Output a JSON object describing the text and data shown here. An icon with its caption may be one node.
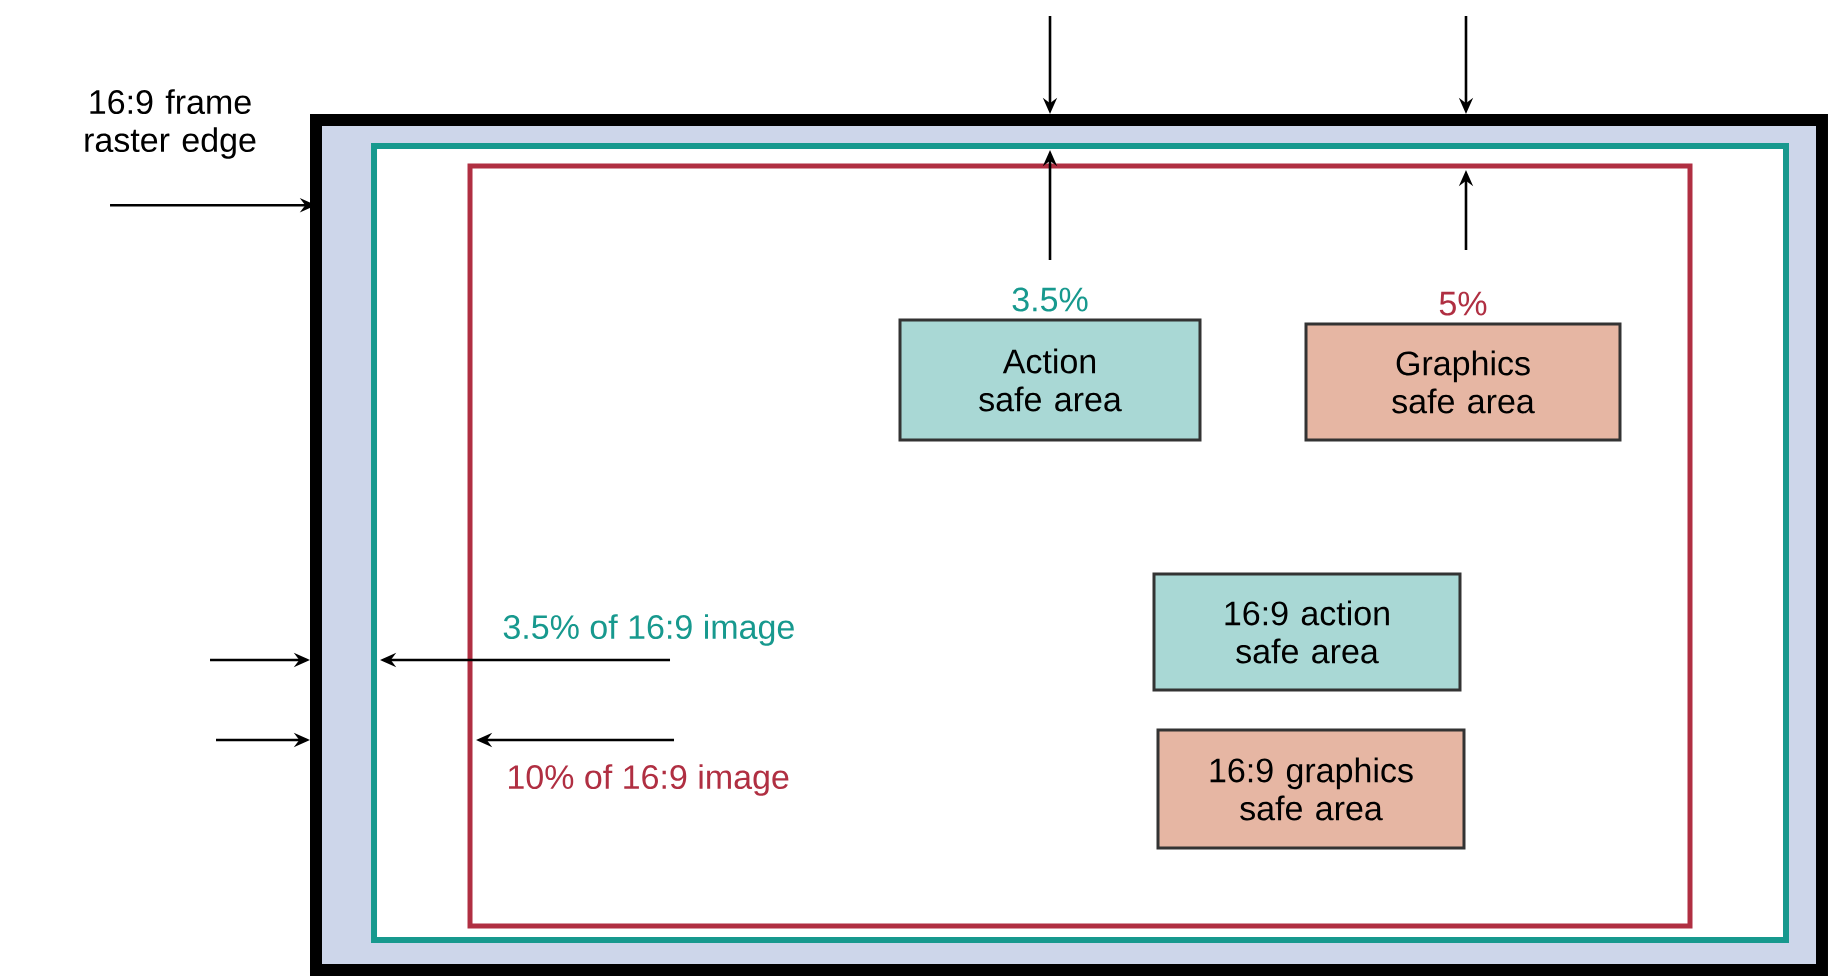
{
  "diagram": {
    "nodes": [
      {
        "text": [
          "16:9 frame raster edge"
        ]
      },
      {
        "text": [],
        "shape": "box"
      },
      {
        "text": [],
        "shape": "box",
        "in": 1
      },
      {
        "text": [],
        "shape": "box",
        "in": 2
      },
      {
        "text": [
          "Action safe area"
        ],
        "in": 3,
        "beside": [
          "3.5%"
        ]
      },
      {
        "text": [
          "Graphics safe area"
        ],
        "in": 3,
        "beside": [
          "5%"
        ]
      },
      {
        "text": [
          "16:9 action safe area"
        ],
        "in": 3
      },
      {
        "text": [
          "16:9 graphics safe area"
        ],
        "in": 3
      }
    ],
    "edges": [
      {
        "from": 0,
        "to": 1,
        "arrow": "to"
      }
    ],
    "labels": [
      "3.5% of 16:9 image",
      "10% of 16:9 image"
    ]
  }
}
